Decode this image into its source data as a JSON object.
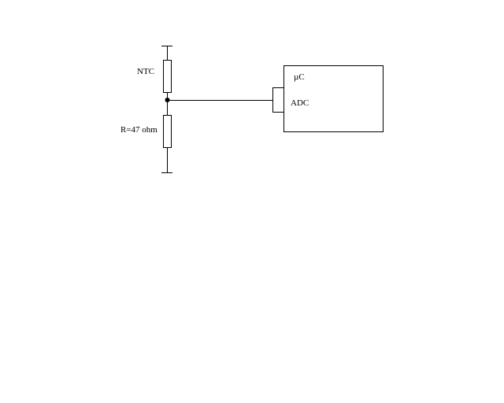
{
  "diagram": {
    "labels": {
      "ntc": "NTC",
      "resistor": "R=47 ohm",
      "mcu": "µC",
      "adc": "ADC"
    },
    "colors": {
      "line": "#000000",
      "background": "#ffffff"
    }
  }
}
